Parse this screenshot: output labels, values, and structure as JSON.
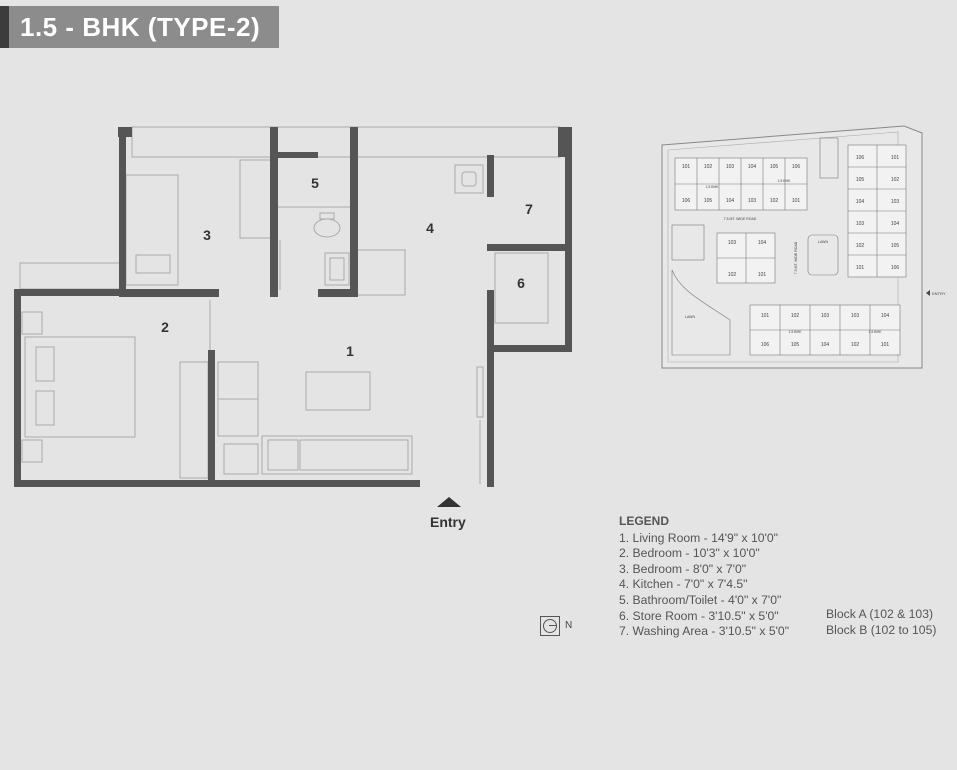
{
  "header": {
    "title": "1.5 - BHK (TYPE-2)"
  },
  "plan": {
    "entry_label": "Entry",
    "rooms": [
      {
        "num": "1"
      },
      {
        "num": "2"
      },
      {
        "num": "3"
      },
      {
        "num": "4"
      },
      {
        "num": "5"
      },
      {
        "num": "6"
      },
      {
        "num": "7"
      }
    ]
  },
  "legend": {
    "heading": "LEGEND",
    "items": [
      "1. Living Room - 14'9\" x 10'0\"",
      "2. Bedroom - 10'3\" x 10'0\"",
      "3. Bedroom - 8'0\" x 7'0\"",
      "4. Kitchen - 7'0\" x 7'4.5\"",
      "5. Bathroom/Toilet - 4'0\" x 7'0\"",
      "6. Store Room - 3'10.5\" x 5'0\"",
      "7. Washing Area - 3'10.5\" x 5'0\""
    ]
  },
  "blocks": [
    "Block A (102 & 103)",
    "Block B (102 to 105)"
  ],
  "compass": {
    "label": "N"
  },
  "site_plan": {
    "road_label_1": "7.5 MT. WIDE ROAD",
    "road_label_2": "7.5 MT. WIDE ROAD",
    "lawn_label": "LAWN",
    "entry_label": "ENTRY",
    "unit_type_label": "1.5 BHK",
    "top_left_units_upper": [
      "101",
      "102",
      "103",
      "104",
      "105",
      "106"
    ],
    "top_left_units_lower": [
      "106",
      "105",
      "104",
      "103",
      "102",
      "101"
    ],
    "right_units_left": [
      "106",
      "105",
      "104",
      "103",
      "102",
      "101"
    ],
    "right_units_right": [
      "101",
      "102",
      "103",
      "104",
      "105",
      "106"
    ],
    "center_units_upper": [
      "103",
      "104"
    ],
    "center_units_lower": [
      "102",
      "101"
    ],
    "bottom_units_upper": [
      "101",
      "102",
      "103",
      "103",
      "104"
    ],
    "bottom_units_lower": [
      "106",
      "105",
      "104",
      "102",
      "101"
    ]
  }
}
